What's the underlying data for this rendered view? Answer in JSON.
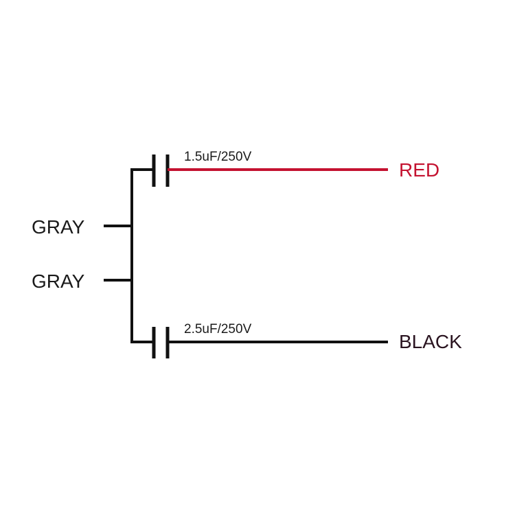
{
  "colors": {
    "wire": "#111111",
    "red_wire": "#c41230",
    "red_text": "#c41230",
    "text": "#1a1a1a",
    "black_text": "#2a1420"
  },
  "labels": {
    "gray_top": "GRAY",
    "gray_bottom": "GRAY",
    "red": "RED",
    "black": "BLACK"
  },
  "capacitors": {
    "top_rating": "1.5uF/250V",
    "bottom_rating": "2.5uF/250V"
  }
}
